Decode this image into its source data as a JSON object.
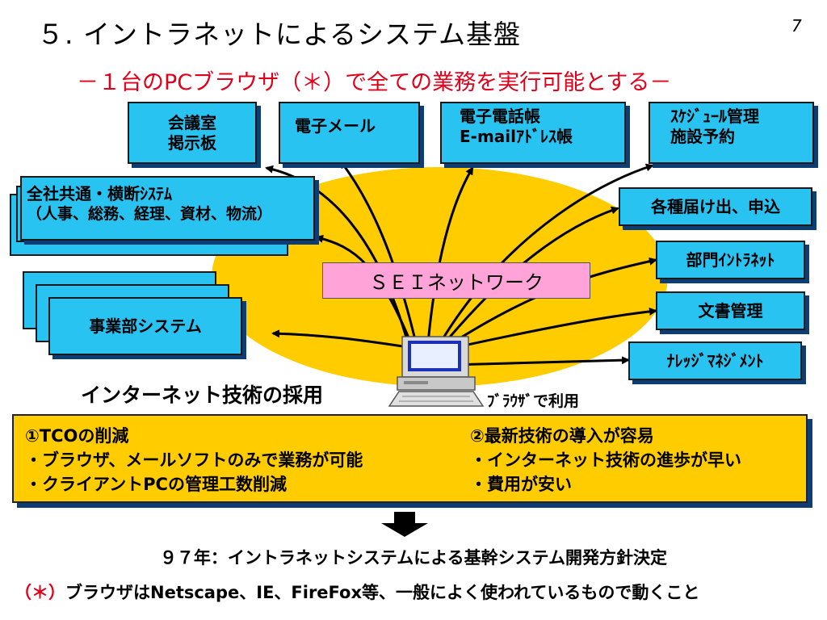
{
  "title": "５. イントラネットによるシステム基盤",
  "page_number": "7",
  "subtitle": "－１台のPCブラウザ（＊）で全ての業務を実行可能とする－",
  "center_label": "ＳＥＩネットワーク",
  "systems_top": [
    {
      "line1": "会議室",
      "line2": "掲示板"
    },
    {
      "line1": "電子メール",
      "line2": ""
    },
    {
      "line1": "電子電話帳",
      "line2": "E-mailｱﾄﾞﾚｽ帳"
    },
    {
      "line1": "ｽｹｼﾞｭｰﾙ管理",
      "line2": "施設予約"
    }
  ],
  "systems_left": [
    {
      "line1": "全社共通・横断ｼｽﾃﾑ",
      "line2": "（人事、総務、経理、資材、物流）"
    },
    {
      "line1": "事業部システム",
      "line2": ""
    }
  ],
  "systems_right": [
    "各種届け出、申込",
    "部門ｲﾝﾄﾗﾈｯﾄ",
    "文書管理",
    "ﾅﾚｯｼﾞﾏﾈｼﾞﾒﾝﾄ"
  ],
  "internet_tech_label": "インターネット技術の採用",
  "browser_label": "ﾌﾞﾗｳｻﾞで利用",
  "benefits": {
    "left": [
      "①TCOの削減",
      "・ブラウザ、メールソフトのみで業務が可能",
      "・クライアントPCの管理工数削減"
    ],
    "right": [
      "②最新技術の導入が容易",
      "・インターネット技術の進歩が早い",
      "・費用が安い"
    ]
  },
  "decision": "９７年：イントラネットシステムによる基幹システム開発方針決定",
  "note_mark": "（＊）",
  "note_text": "ブラウザはNetscape、IE、FireFox等、一般によく使われているもので動くこと",
  "colors": {
    "box_fill": "#29c3f2",
    "ellipse": "#ffcc00",
    "network_box": "#ffa3d8",
    "accent_red": "#e0001b",
    "shadow": "#0d3d75"
  }
}
